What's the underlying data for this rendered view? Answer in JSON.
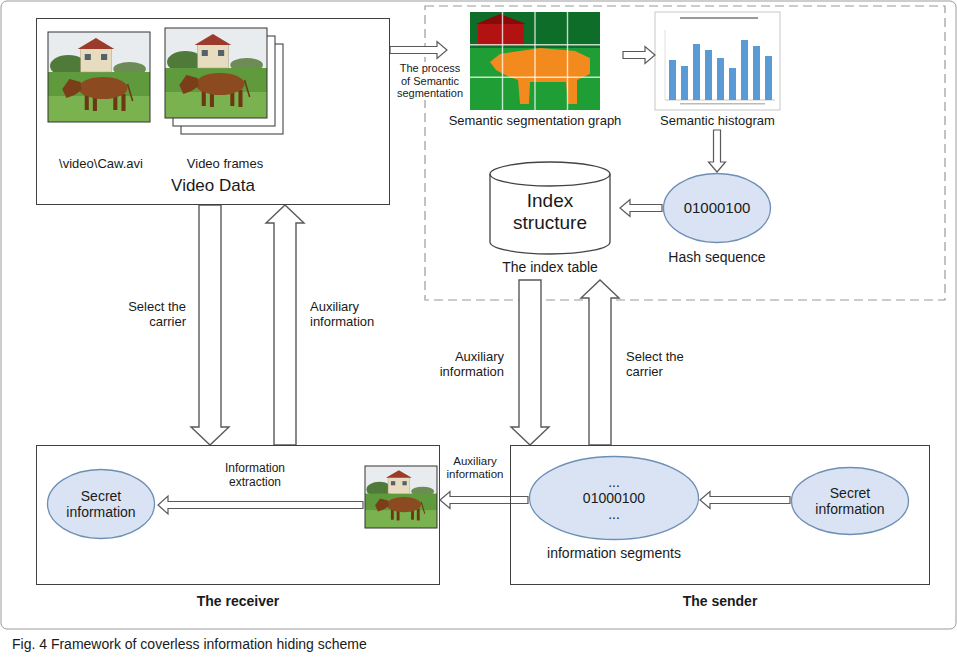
{
  "diagram": {
    "caption": "Fig. 4 Framework of coverless information hiding scheme",
    "nodes": [
      {
        "text": [
          "\\video\\Caw.avi",
          "Video frames",
          "Video Data"
        ]
      },
      {
        "text": [
          "Semantic segmentation graph"
        ]
      },
      {
        "text": [
          "Semantic histogram"
        ]
      },
      {
        "text": [
          "Index structure",
          "The index table"
        ]
      },
      {
        "text": [
          "01000100",
          "Hash sequence"
        ]
      },
      {
        "text": [
          "The receiver"
        ]
      },
      {
        "text": [
          "Secret information"
        ],
        "in": 5
      },
      {
        "text": [
          "The sender"
        ]
      },
      {
        "text": [
          "... 01000100 ...",
          "information segments"
        ],
        "in": 7
      },
      {
        "text": [
          "Secret information"
        ],
        "in": 7
      }
    ],
    "edges": [
      {
        "from": 0,
        "to": 1,
        "arrow": "to",
        "label": "The process of Semantic segmentation"
      },
      {
        "from": 1,
        "to": 2,
        "arrow": "to"
      },
      {
        "from": 2,
        "to": 4,
        "arrow": "to"
      },
      {
        "from": 4,
        "to": 3,
        "arrow": "to"
      },
      {
        "from": 0,
        "to": 5,
        "arrow": "to",
        "label": "Select the carrier"
      },
      {
        "from": 5,
        "to": 0,
        "arrow": "to",
        "label": "Auxiliary information"
      },
      {
        "from": 3,
        "to": 7,
        "arrow": "to",
        "label": "Auxiliary information"
      },
      {
        "from": 7,
        "to": 3,
        "arrow": "to",
        "label": "Select the carrier"
      },
      {
        "from": 9,
        "to": 8,
        "arrow": "to"
      },
      {
        "from": 8,
        "to": 5,
        "arrow": "to",
        "label": "Auxiliary information"
      }
    ],
    "labels": [
      "Information extraction"
    ]
  }
}
